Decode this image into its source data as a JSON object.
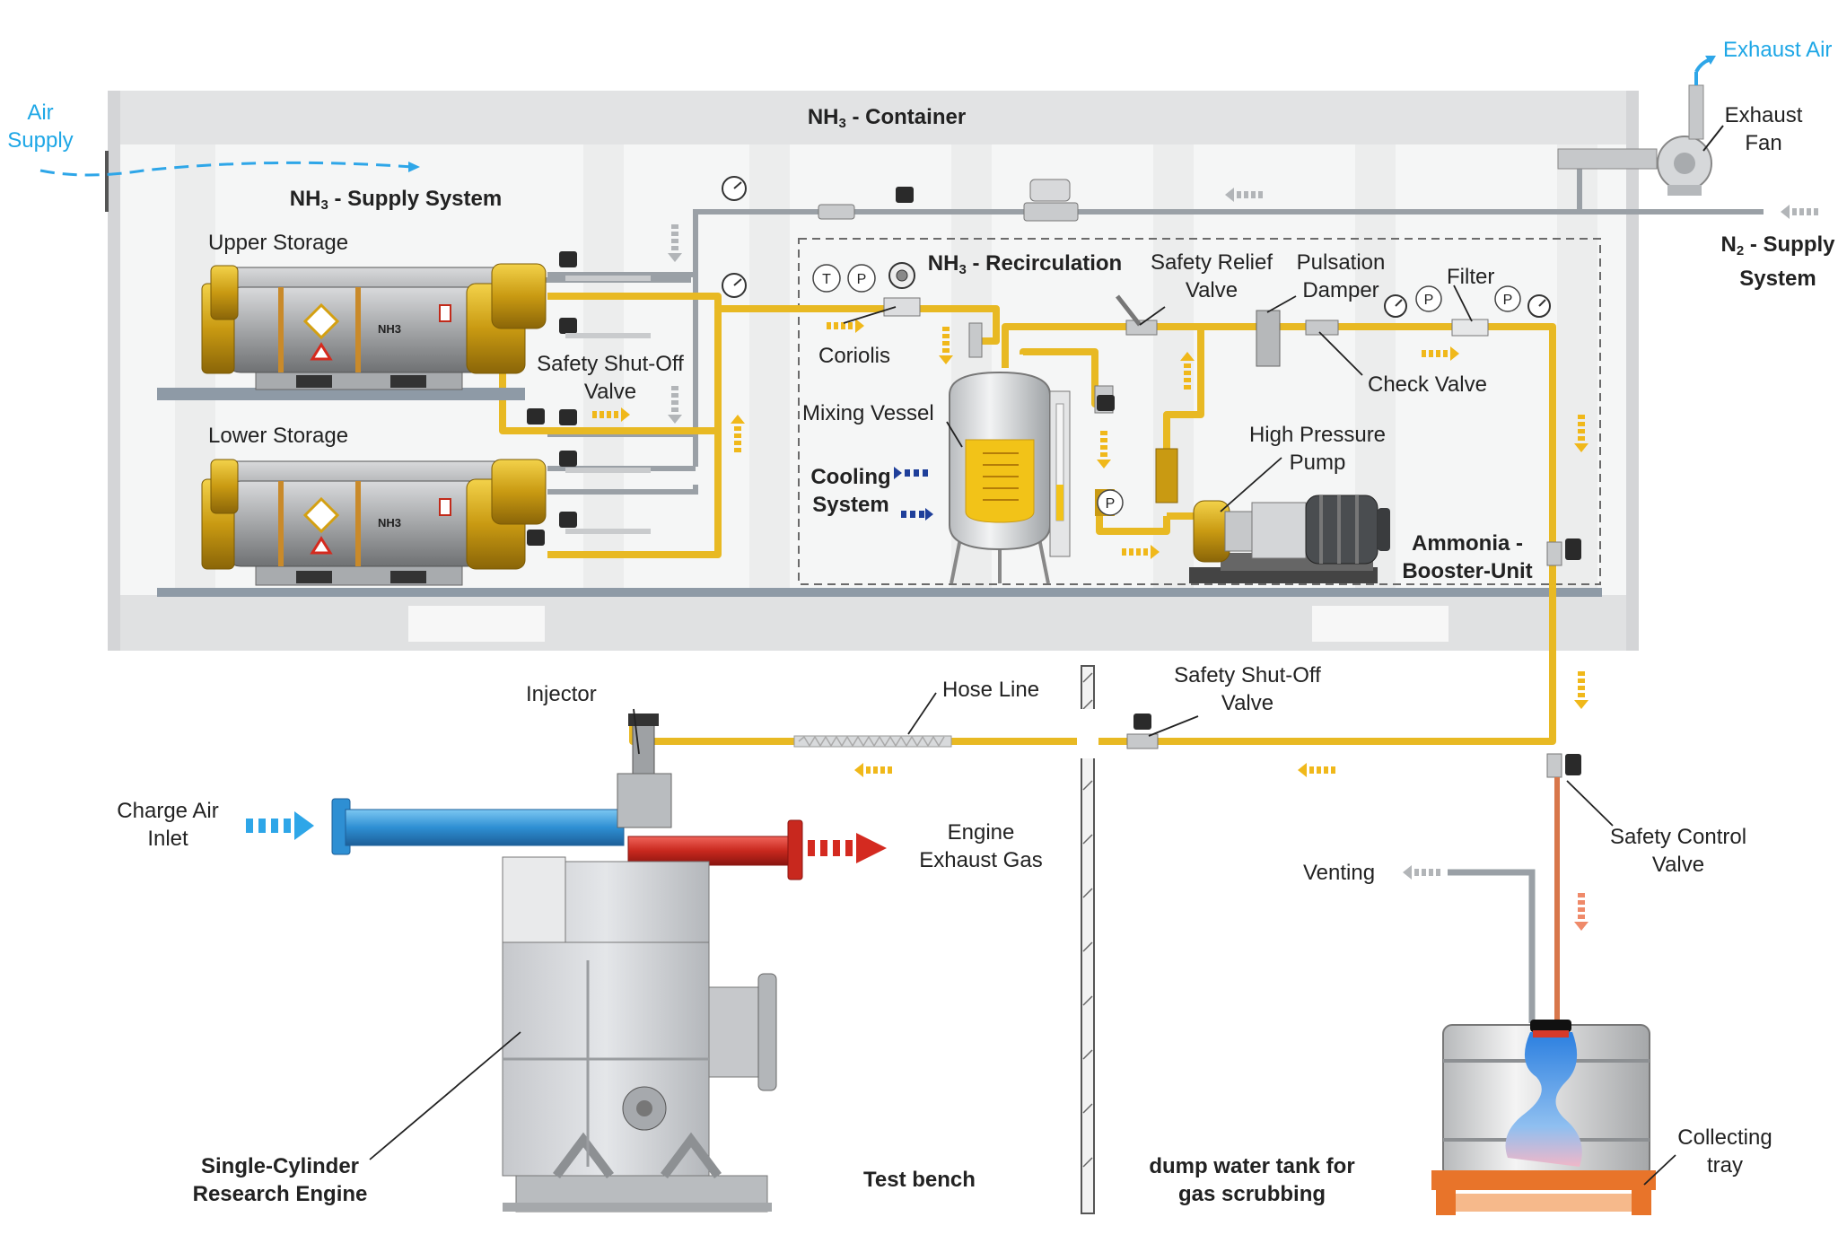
{
  "container": {
    "title_prefix": "NH",
    "title_sub": "3",
    "title_suffix": " - Container"
  },
  "air_supply": {
    "line1": "Air",
    "line2": "Supply"
  },
  "exhaust_air": "Exhaust Air",
  "exhaust_fan": {
    "line1": "Exhaust",
    "line2": "Fan"
  },
  "supply_system": {
    "prefix": "NH",
    "sub": "3",
    "suffix": " - Supply System"
  },
  "n2_supply": {
    "prefix": "N",
    "sub": "2",
    "suffix": " - Supply",
    "line2": "System"
  },
  "upper_storage": "Upper Storage",
  "lower_storage": "Lower Storage",
  "tank_label": "NH3",
  "shutoff_valve_top": {
    "line1": "Safety Shut-Off",
    "line2": "Valve"
  },
  "recirculation": {
    "prefix": "NH",
    "sub": "3",
    "suffix": " - Recirculation"
  },
  "coriolis": "Coriolis",
  "safety_relief": {
    "line1": "Safety Relief",
    "line2": "Valve"
  },
  "pulsation": {
    "line1": "Pulsation",
    "line2": "Damper"
  },
  "filter": "Filter",
  "check_valve": "Check Valve",
  "mixing_vessel": "Mixing Vessel",
  "cooling_system": {
    "line1": "Cooling",
    "line2": "System"
  },
  "high_pressure_pump": {
    "line1": "High Pressure",
    "line2": "Pump"
  },
  "booster_unit": {
    "line1": "Ammonia -",
    "line2": "Booster-Unit"
  },
  "gauge_letters": {
    "temperature": "T",
    "pressure": "P"
  },
  "injector": "Injector",
  "hose_line": "Hose Line",
  "shutoff_valve_bottom": {
    "line1": "Safety Shut-Off",
    "line2": "Valve"
  },
  "safety_control": {
    "line1": "Safety Control",
    "line2": "Valve"
  },
  "charge_air": {
    "line1": "Charge Air",
    "line2": "Inlet"
  },
  "engine_exhaust": {
    "line1": "Engine",
    "line2": "Exhaust Gas"
  },
  "venting": "Venting",
  "engine_name": {
    "line1": "Single-Cylinder",
    "line2": "Research Engine"
  },
  "test_bench": "Test bench",
  "dump_tank": {
    "line1": "dump water tank for",
    "line2": "gas scrubbing"
  },
  "collecting_tray": {
    "line1": "Collecting",
    "line2": "tray"
  },
  "colors": {
    "nh3_line": "#e8b923",
    "gas_line": "#9aa0a6",
    "air": "#2ea6e8",
    "exhaust": "#d42a20",
    "cooling": "#1f3f9a",
    "tray": "#e8742a"
  }
}
